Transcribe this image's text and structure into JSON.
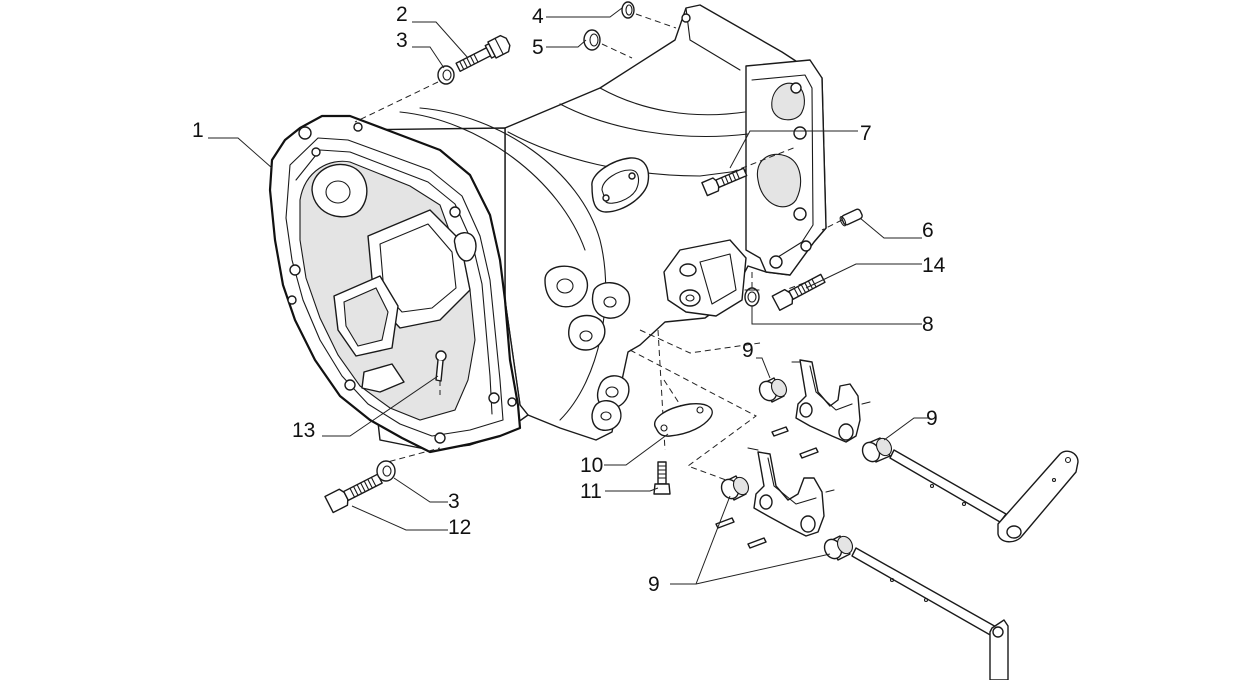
{
  "diagram": {
    "callouts": [
      {
        "id": "c1",
        "label": "1"
      },
      {
        "id": "c2",
        "label": "2"
      },
      {
        "id": "c3a",
        "label": "3"
      },
      {
        "id": "c3b",
        "label": "3"
      },
      {
        "id": "c4",
        "label": "4"
      },
      {
        "id": "c5",
        "label": "5"
      },
      {
        "id": "c6",
        "label": "6"
      },
      {
        "id": "c7",
        "label": "7"
      },
      {
        "id": "c8",
        "label": "8"
      },
      {
        "id": "c9a",
        "label": "9"
      },
      {
        "id": "c9b",
        "label": "9"
      },
      {
        "id": "c9c",
        "label": "9"
      },
      {
        "id": "c10",
        "label": "10"
      },
      {
        "id": "c11",
        "label": "11"
      },
      {
        "id": "c12",
        "label": "12"
      },
      {
        "id": "c13",
        "label": "13"
      },
      {
        "id": "c14",
        "label": "14"
      }
    ]
  }
}
